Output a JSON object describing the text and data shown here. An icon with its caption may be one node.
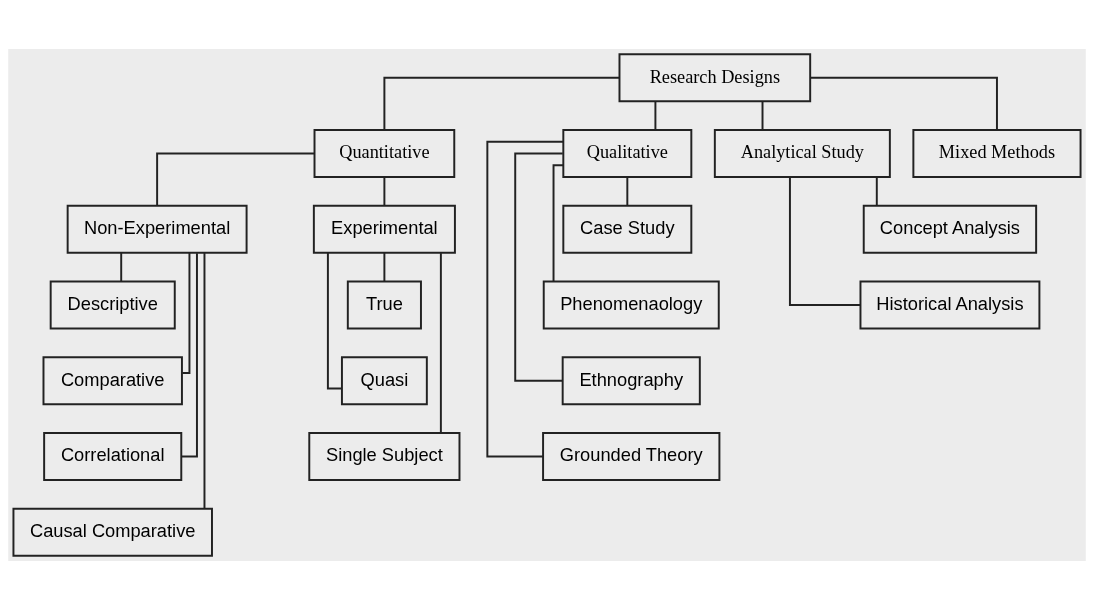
{
  "diagram": {
    "nodes": [
      {
        "text": [
          "Research Designs"
        ]
      },
      {
        "text": [
          "Quantitative"
        ]
      },
      {
        "text": [
          "Qualitative"
        ]
      },
      {
        "text": [
          "Analytical Study"
        ]
      },
      {
        "text": [
          "Mixed Methods"
        ]
      },
      {
        "text": [
          "Non-Experimental"
        ]
      },
      {
        "text": [
          "Experimental"
        ]
      },
      {
        "text": [
          "Descriptive"
        ]
      },
      {
        "text": [
          "Comparative"
        ]
      },
      {
        "text": [
          "Correlational"
        ]
      },
      {
        "text": [
          "Causal Comparative"
        ]
      },
      {
        "text": [
          "True"
        ]
      },
      {
        "text": [
          "Quasi"
        ]
      },
      {
        "text": [
          "Single Subject"
        ]
      },
      {
        "text": [
          "Case Study"
        ]
      },
      {
        "text": [
          "Phenomenaology"
        ]
      },
      {
        "text": [
          "Ethnography"
        ]
      },
      {
        "text": [
          "Grounded Theory"
        ]
      },
      {
        "text": [
          "Concept Analysis"
        ]
      },
      {
        "text": [
          "Historical Analysis"
        ]
      }
    ],
    "edges": [
      {
        "from": 0,
        "to": 1,
        "arrow": "none"
      },
      {
        "from": 0,
        "to": 2,
        "arrow": "none"
      },
      {
        "from": 0,
        "to": 3,
        "arrow": "none"
      },
      {
        "from": 0,
        "to": 4,
        "arrow": "none"
      },
      {
        "from": 1,
        "to": 5,
        "arrow": "none"
      },
      {
        "from": 1,
        "to": 6,
        "arrow": "none"
      },
      {
        "from": 5,
        "to": 7,
        "arrow": "none"
      },
      {
        "from": 5,
        "to": 8,
        "arrow": "none"
      },
      {
        "from": 5,
        "to": 9,
        "arrow": "none"
      },
      {
        "from": 5,
        "to": 10,
        "arrow": "none"
      },
      {
        "from": 6,
        "to": 11,
        "arrow": "none"
      },
      {
        "from": 6,
        "to": 12,
        "arrow": "none"
      },
      {
        "from": 6,
        "to": 13,
        "arrow": "none"
      },
      {
        "from": 2,
        "to": 14,
        "arrow": "none"
      },
      {
        "from": 2,
        "to": 15,
        "arrow": "none"
      },
      {
        "from": 2,
        "to": 16,
        "arrow": "none"
      },
      {
        "from": 2,
        "to": 17,
        "arrow": "none"
      },
      {
        "from": 3,
        "to": 18,
        "arrow": "none"
      },
      {
        "from": 3,
        "to": 19,
        "arrow": "none"
      }
    ]
  }
}
